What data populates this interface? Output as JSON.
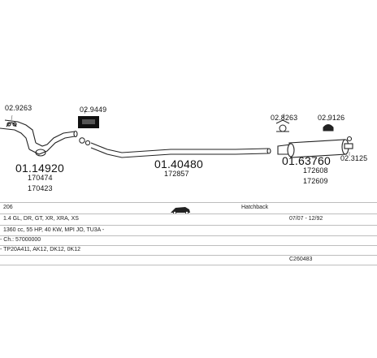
{
  "parts": {
    "clamp_front": "02.9263",
    "front_pipe": "01.14920",
    "front_pipe_ref1": "170474",
    "front_pipe_ref2": "170423",
    "rubber_mount": "02.9449",
    "center_pipe": "01.40480",
    "center_pipe_ref": "172857",
    "rear_bracket1": "02.8263",
    "rear_clamp": "02.9126",
    "rear_muffler": "01.63760",
    "rear_muffler_ref1": "172608",
    "rear_muffler_ref2": "172609",
    "rear_bracket2": "02.3125"
  },
  "info": {
    "model": "206",
    "body_type": "Hatchback",
    "variants": "1.4 GL, DR, GT, XR, XRA, XS",
    "period": "07/07 - 12/92",
    "engine": "1360 cc, 55 HP, 40 KW, MPI JO, TU3A -",
    "chassis": "- Ch.: 57000000",
    "engine_codes": "- TP20A411, AK12, DK12, 0K12",
    "catalog_code": "C260483"
  },
  "icons": {
    "car": "hatchback-car-icon"
  }
}
